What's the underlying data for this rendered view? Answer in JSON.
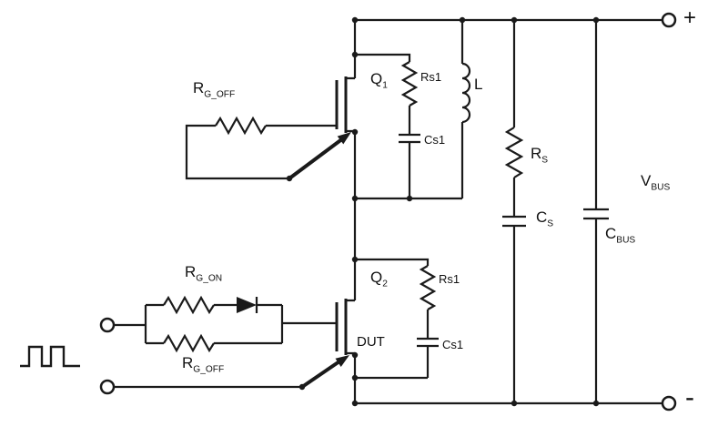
{
  "labels": {
    "rg_off_q1": {
      "main": "R",
      "sub": "G_OFF"
    },
    "q1": {
      "main": "Q",
      "sub": "1"
    },
    "rs1_q1": {
      "text": "Rs1"
    },
    "inductor": {
      "text": "L"
    },
    "cs1_q1": {
      "text": "Cs1"
    },
    "rs": {
      "main": "R",
      "sub": "S"
    },
    "cs": {
      "main": "C",
      "sub": "S"
    },
    "cbus": {
      "main": "C",
      "sub": "BUS"
    },
    "vbus": {
      "main": "V",
      "sub": "BUS"
    },
    "plus": {
      "text": "+"
    },
    "minus": {
      "text": "-"
    },
    "rg_on": {
      "main": "R",
      "sub": "G_ON"
    },
    "q2": {
      "main": "Q",
      "sub": "2"
    },
    "rs1_q2": {
      "text": "Rs1"
    },
    "dut": {
      "text": "DUT"
    },
    "cs1_q2": {
      "text": "Cs1"
    },
    "rg_off_q2": {
      "main": "R",
      "sub": "G_OFF"
    }
  },
  "colors": {
    "wire": "#1a1a1a",
    "background": "#ffffff"
  }
}
